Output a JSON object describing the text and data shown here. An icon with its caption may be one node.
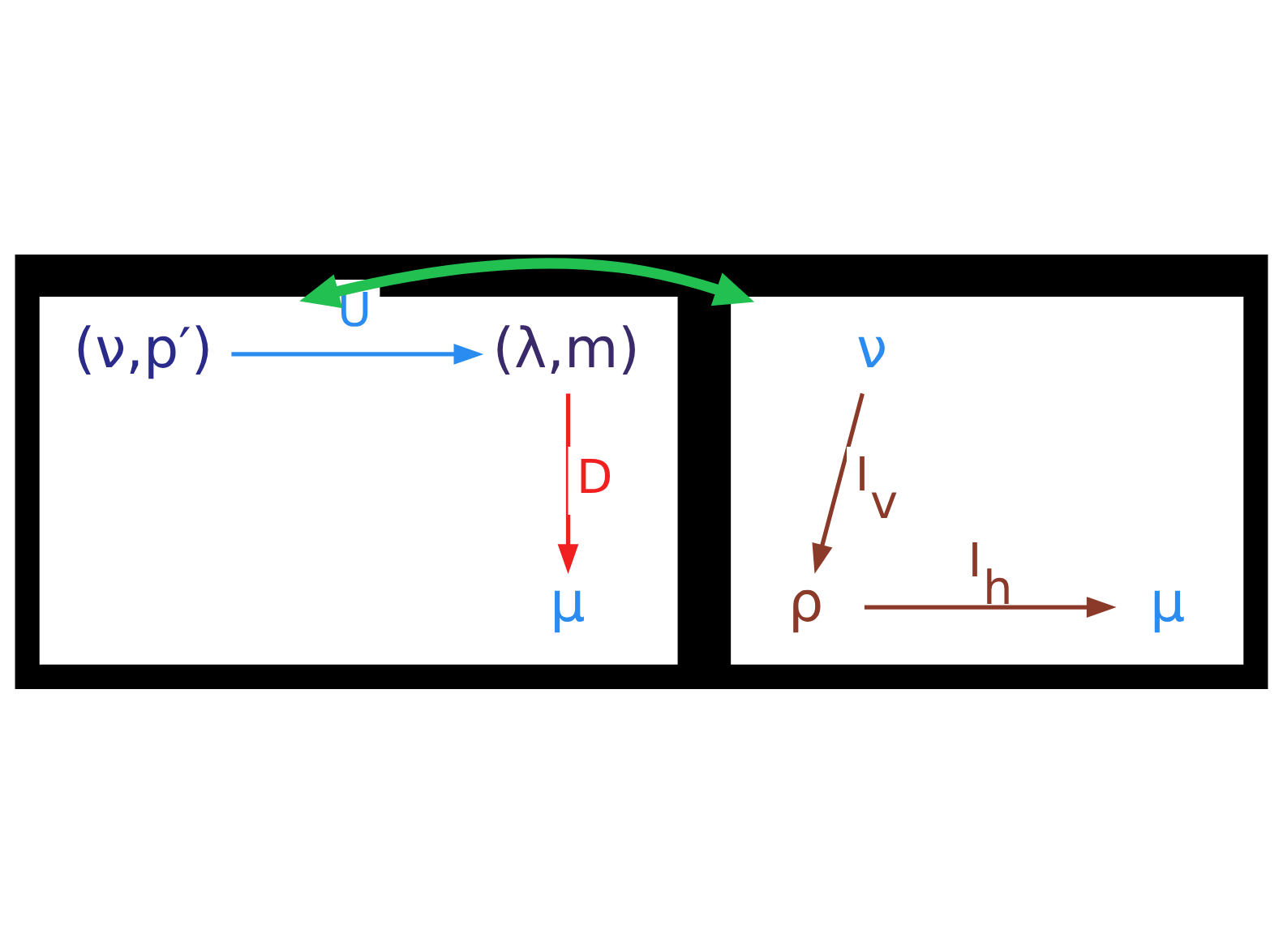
{
  "diagram": {
    "nodes": [
      {
        "text": [],
        "shape": "box"
      },
      {
        "text": [
          "(ν,p′)"
        ],
        "in": 0
      },
      {
        "text": [
          "(λ,m)"
        ],
        "in": 0
      },
      {
        "text": [
          "μ"
        ],
        "in": 0
      },
      {
        "text": [],
        "shape": "box"
      },
      {
        "text": [
          "ν"
        ],
        "in": 4
      },
      {
        "text": [
          "ρ"
        ],
        "in": 4
      },
      {
        "text": [
          "μ"
        ],
        "in": 4
      }
    ],
    "edges": [
      {
        "from": 1,
        "to": 2,
        "arrow": "to",
        "label": "U",
        "color": "#2a8cf0"
      },
      {
        "from": 2,
        "to": 3,
        "arrow": "to",
        "label": "D",
        "color": "#f02020"
      },
      {
        "from": 5,
        "to": 6,
        "arrow": "to",
        "label": "I$_{v}$",
        "color": "#8b3a2a"
      },
      {
        "from": 6,
        "to": 7,
        "arrow": "to",
        "label": "I$_{h}$",
        "color": "#8b3a2a"
      },
      {
        "from": 4,
        "to": 0,
        "arrow": "both",
        "style": "thick",
        "color": "#22c050"
      }
    ]
  }
}
